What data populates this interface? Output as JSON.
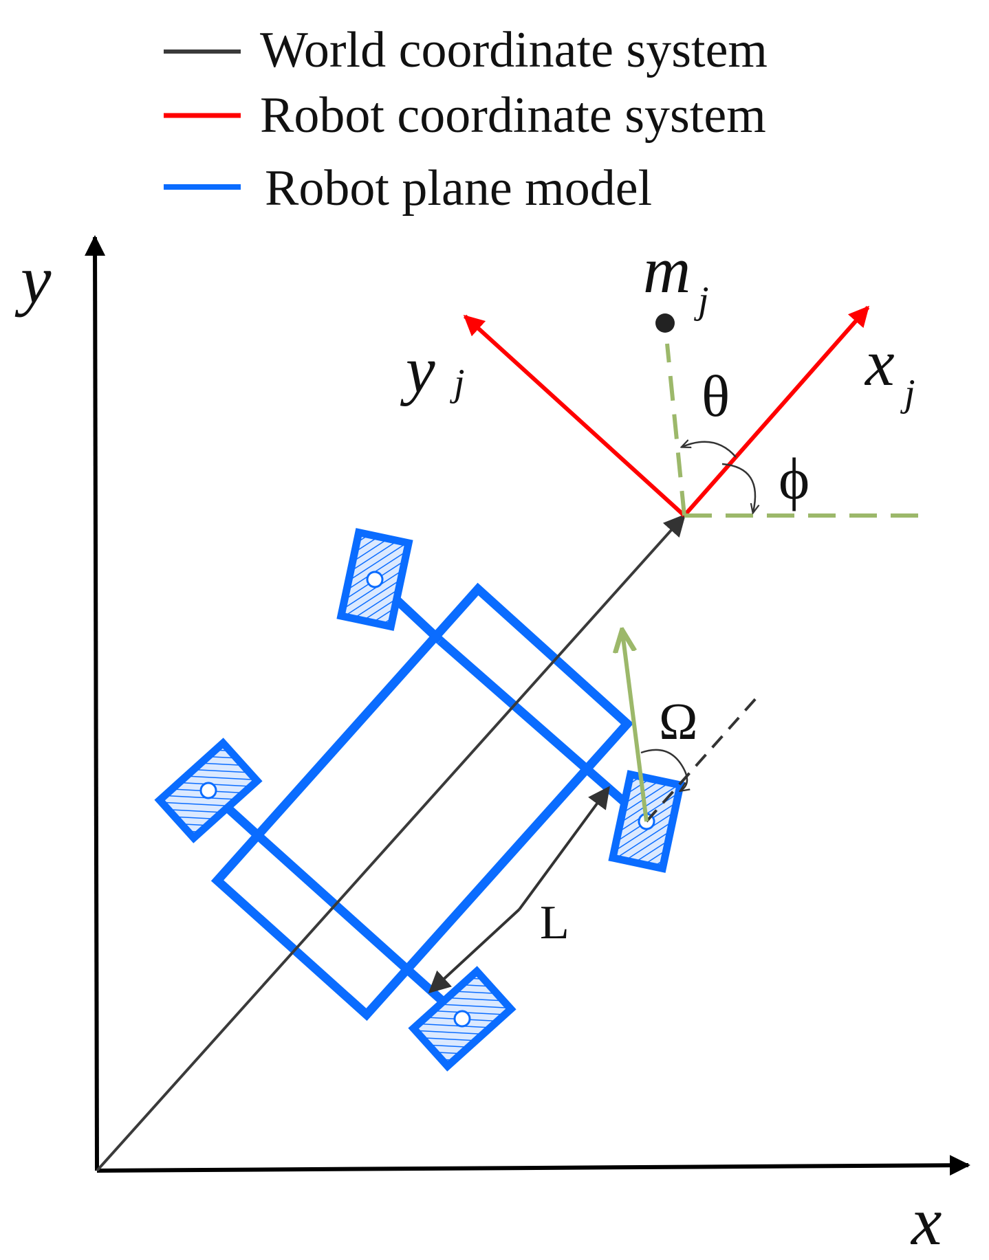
{
  "legend": {
    "items": [
      {
        "label": "World coordinate system",
        "color": "#3a3a3a"
      },
      {
        "label": "Robot coordinate system",
        "color": "#ff0000"
      },
      {
        "label": "Robot plane model",
        "color": "#0a6cff"
      }
    ]
  },
  "axes": {
    "x_label": "x",
    "y_label": "y",
    "color": "#000000"
  },
  "robot_frame": {
    "x_label": "x",
    "x_sub": "j",
    "y_label": "y",
    "y_sub": "j",
    "color": "#ff0000"
  },
  "landmark": {
    "label": "m",
    "sub": "j"
  },
  "angles": {
    "theta": "θ",
    "phi": "ϕ",
    "omega": "Ω"
  },
  "dimension": {
    "length_label": "L"
  },
  "colors": {
    "world": "#3a3a3a",
    "robot_axes": "#ff0000",
    "robot_model": "#0a6cff",
    "guide": "#9cb86a"
  }
}
